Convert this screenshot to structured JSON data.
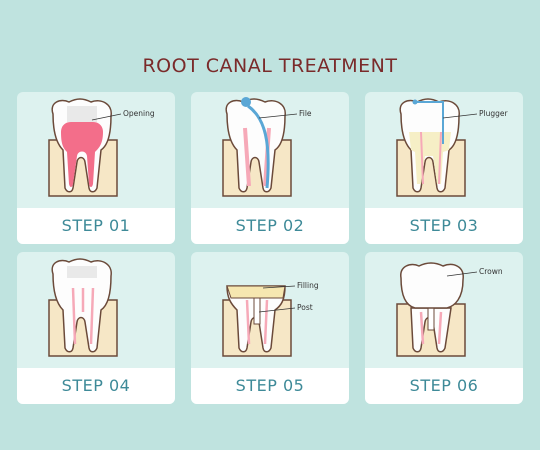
{
  "title": "ROOT CANAL TREATMENT",
  "steps": [
    {
      "label": "STEP 01",
      "callouts": [
        "Opening"
      ]
    },
    {
      "label": "STEP 02",
      "callouts": [
        "File"
      ]
    },
    {
      "label": "STEP 03",
      "callouts": [
        "Plugger"
      ]
    },
    {
      "label": "STEP 04",
      "callouts": []
    },
    {
      "label": "STEP 05",
      "callouts": [
        "Filling",
        "Post"
      ]
    },
    {
      "label": "STEP 06",
      "callouts": [
        "Crown"
      ]
    }
  ],
  "colors": {
    "background": "#bfe3df",
    "card": "#ddf2ef",
    "title": "#7a2a2a",
    "step_text": "#3e8a98",
    "gum": "#f6e7c6",
    "pulp_infected": "#f36e8a",
    "instrument": "#5aa7d6"
  }
}
